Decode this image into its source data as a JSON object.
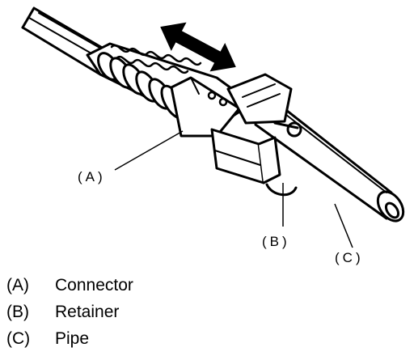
{
  "figure": {
    "callouts": {
      "a": "(A)",
      "b": "(B)",
      "c": "(C)"
    },
    "icons": {
      "arrow": "double-headed-arrow-icon"
    }
  },
  "legend": {
    "items": [
      {
        "key": "(A)",
        "label": "Connector"
      },
      {
        "key": "(B)",
        "label": "Retainer"
      },
      {
        "key": "(C)",
        "label": "Pipe"
      }
    ]
  }
}
